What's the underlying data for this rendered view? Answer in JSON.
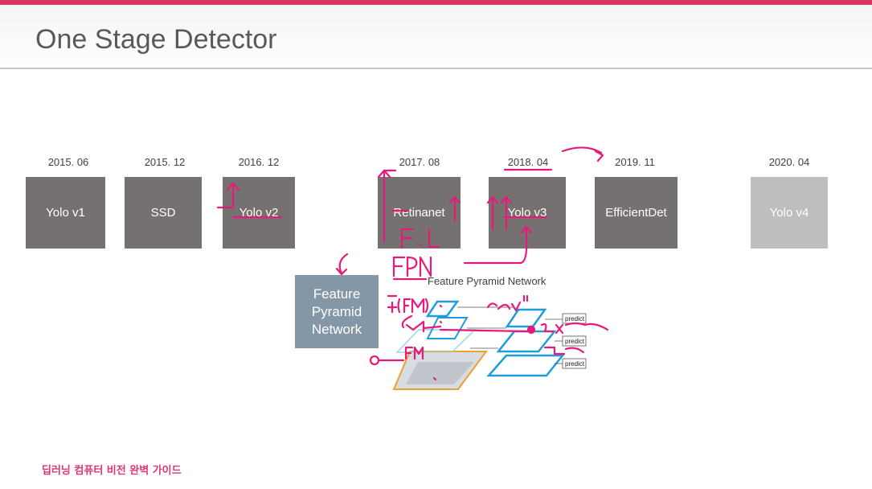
{
  "slide": {
    "title": "One Stage Detector"
  },
  "timeline": [
    {
      "date": "2015. 06",
      "label": "Yolo v1"
    },
    {
      "date": "2015. 12",
      "label": "SSD"
    },
    {
      "date": "2016. 12",
      "label": "Yolo v2"
    },
    {
      "date": "2017. 08",
      "label": "Retinanet"
    },
    {
      "date": "2018. 04",
      "label": "Yolo v3"
    },
    {
      "date": "2019. 11",
      "label": "EfficientDet"
    },
    {
      "date": "2020. 04",
      "label": "Yolo v4"
    }
  ],
  "fpn": {
    "box_label_1": "Feature",
    "box_label_2": "Pyramid",
    "box_label_3": "Network",
    "caption": "Feature Pyramid Network",
    "predict": [
      "predict",
      "predict",
      "predict"
    ]
  },
  "annotations": {
    "fl": "F.L",
    "fpn": "FPN",
    "half": "1/2",
    "fm1": "(F.FM)",
    "fm2": "FM",
    "fm3": "FM",
    "conv": "Conv",
    "upsample": "2x Upsample"
  },
  "footer": {
    "text": "딥러닝 컴퓨터 비전 완벽 가이드"
  },
  "colors": {
    "accent": "#d9335e",
    "box_dark": "#767171",
    "box_light": "#bfbdbd",
    "fpn_box": "#8497a7",
    "ink": "#e8197a",
    "pyramid_blue": "#1f9ddb",
    "pyramid_orange": "#f0a030"
  }
}
